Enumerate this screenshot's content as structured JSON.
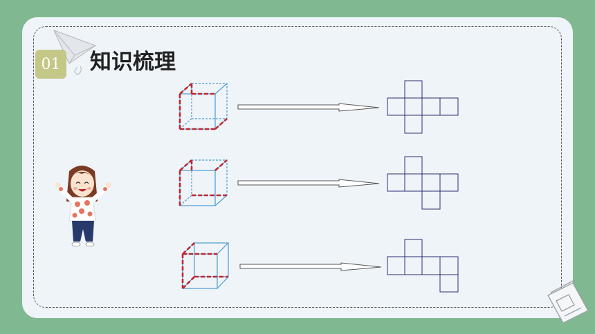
{
  "section": {
    "number": "01",
    "title": "知识梳理"
  },
  "colors": {
    "background": "#80b991",
    "card": "#eff4f9",
    "badge": "#c4c786",
    "cube_edge": "#4a9bd1",
    "highlight_edge": "#c0272d",
    "net_line": "#2a2f6e"
  },
  "rows": [
    {
      "net_shape": "cross"
    },
    {
      "net_shape": "t-shift"
    },
    {
      "net_shape": "stair"
    }
  ]
}
